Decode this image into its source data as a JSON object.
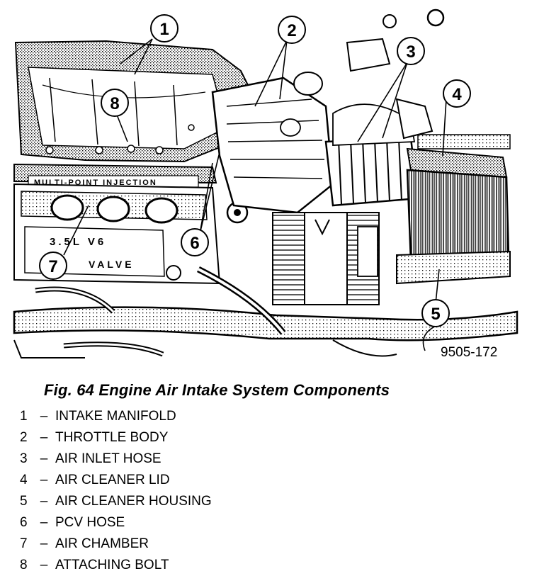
{
  "figure_id": "9505-172",
  "caption": "Fig. 64 Engine Air Intake System Components",
  "engine_labels": {
    "injection": "MULTI-POINT INJECTION",
    "engine": "3.5L V6",
    "valve": "VALVE"
  },
  "legend": [
    {
      "num": "1",
      "dash": "–",
      "label": "INTAKE MANIFOLD"
    },
    {
      "num": "2",
      "dash": "–",
      "label": "THROTTLE BODY"
    },
    {
      "num": "3",
      "dash": "–",
      "label": "AIR INLET HOSE"
    },
    {
      "num": "4",
      "dash": "–",
      "label": "AIR CLEANER LID"
    },
    {
      "num": "5",
      "dash": "–",
      "label": "AIR CLEANER HOUSING"
    },
    {
      "num": "6",
      "dash": "–",
      "label": "PCV HOSE"
    },
    {
      "num": "7",
      "dash": "–",
      "label": "AIR CHAMBER"
    },
    {
      "num": "8",
      "dash": "–",
      "label": "ATTACHING BOLT"
    }
  ]
}
